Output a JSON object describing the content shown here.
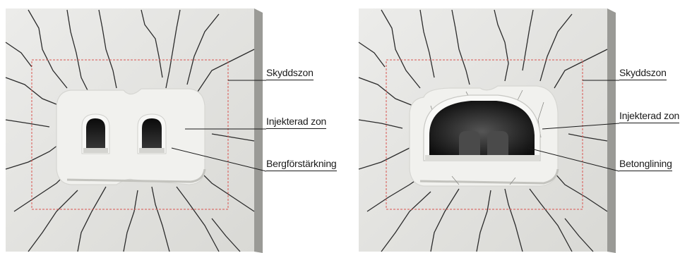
{
  "left_panel": {
    "labels": {
      "protection_zone": "Skyddszon",
      "grouted_zone": "Injekterad zon",
      "rock_reinforcement": "Bergförstärkning"
    }
  },
  "right_panel": {
    "labels": {
      "protection_zone": "Skyddszon",
      "grouted_zone": "Injekterad zon",
      "concrete_lining": "Betonglining"
    }
  },
  "colors": {
    "rock": "#e3e3df",
    "rock_edge": "#9a9a96",
    "cracks": "#2b2b2b",
    "protection_zone_line": "#d9534f",
    "grouted_zone": "#f1f1ee",
    "tunnel_interior": "#1c1c1c"
  }
}
